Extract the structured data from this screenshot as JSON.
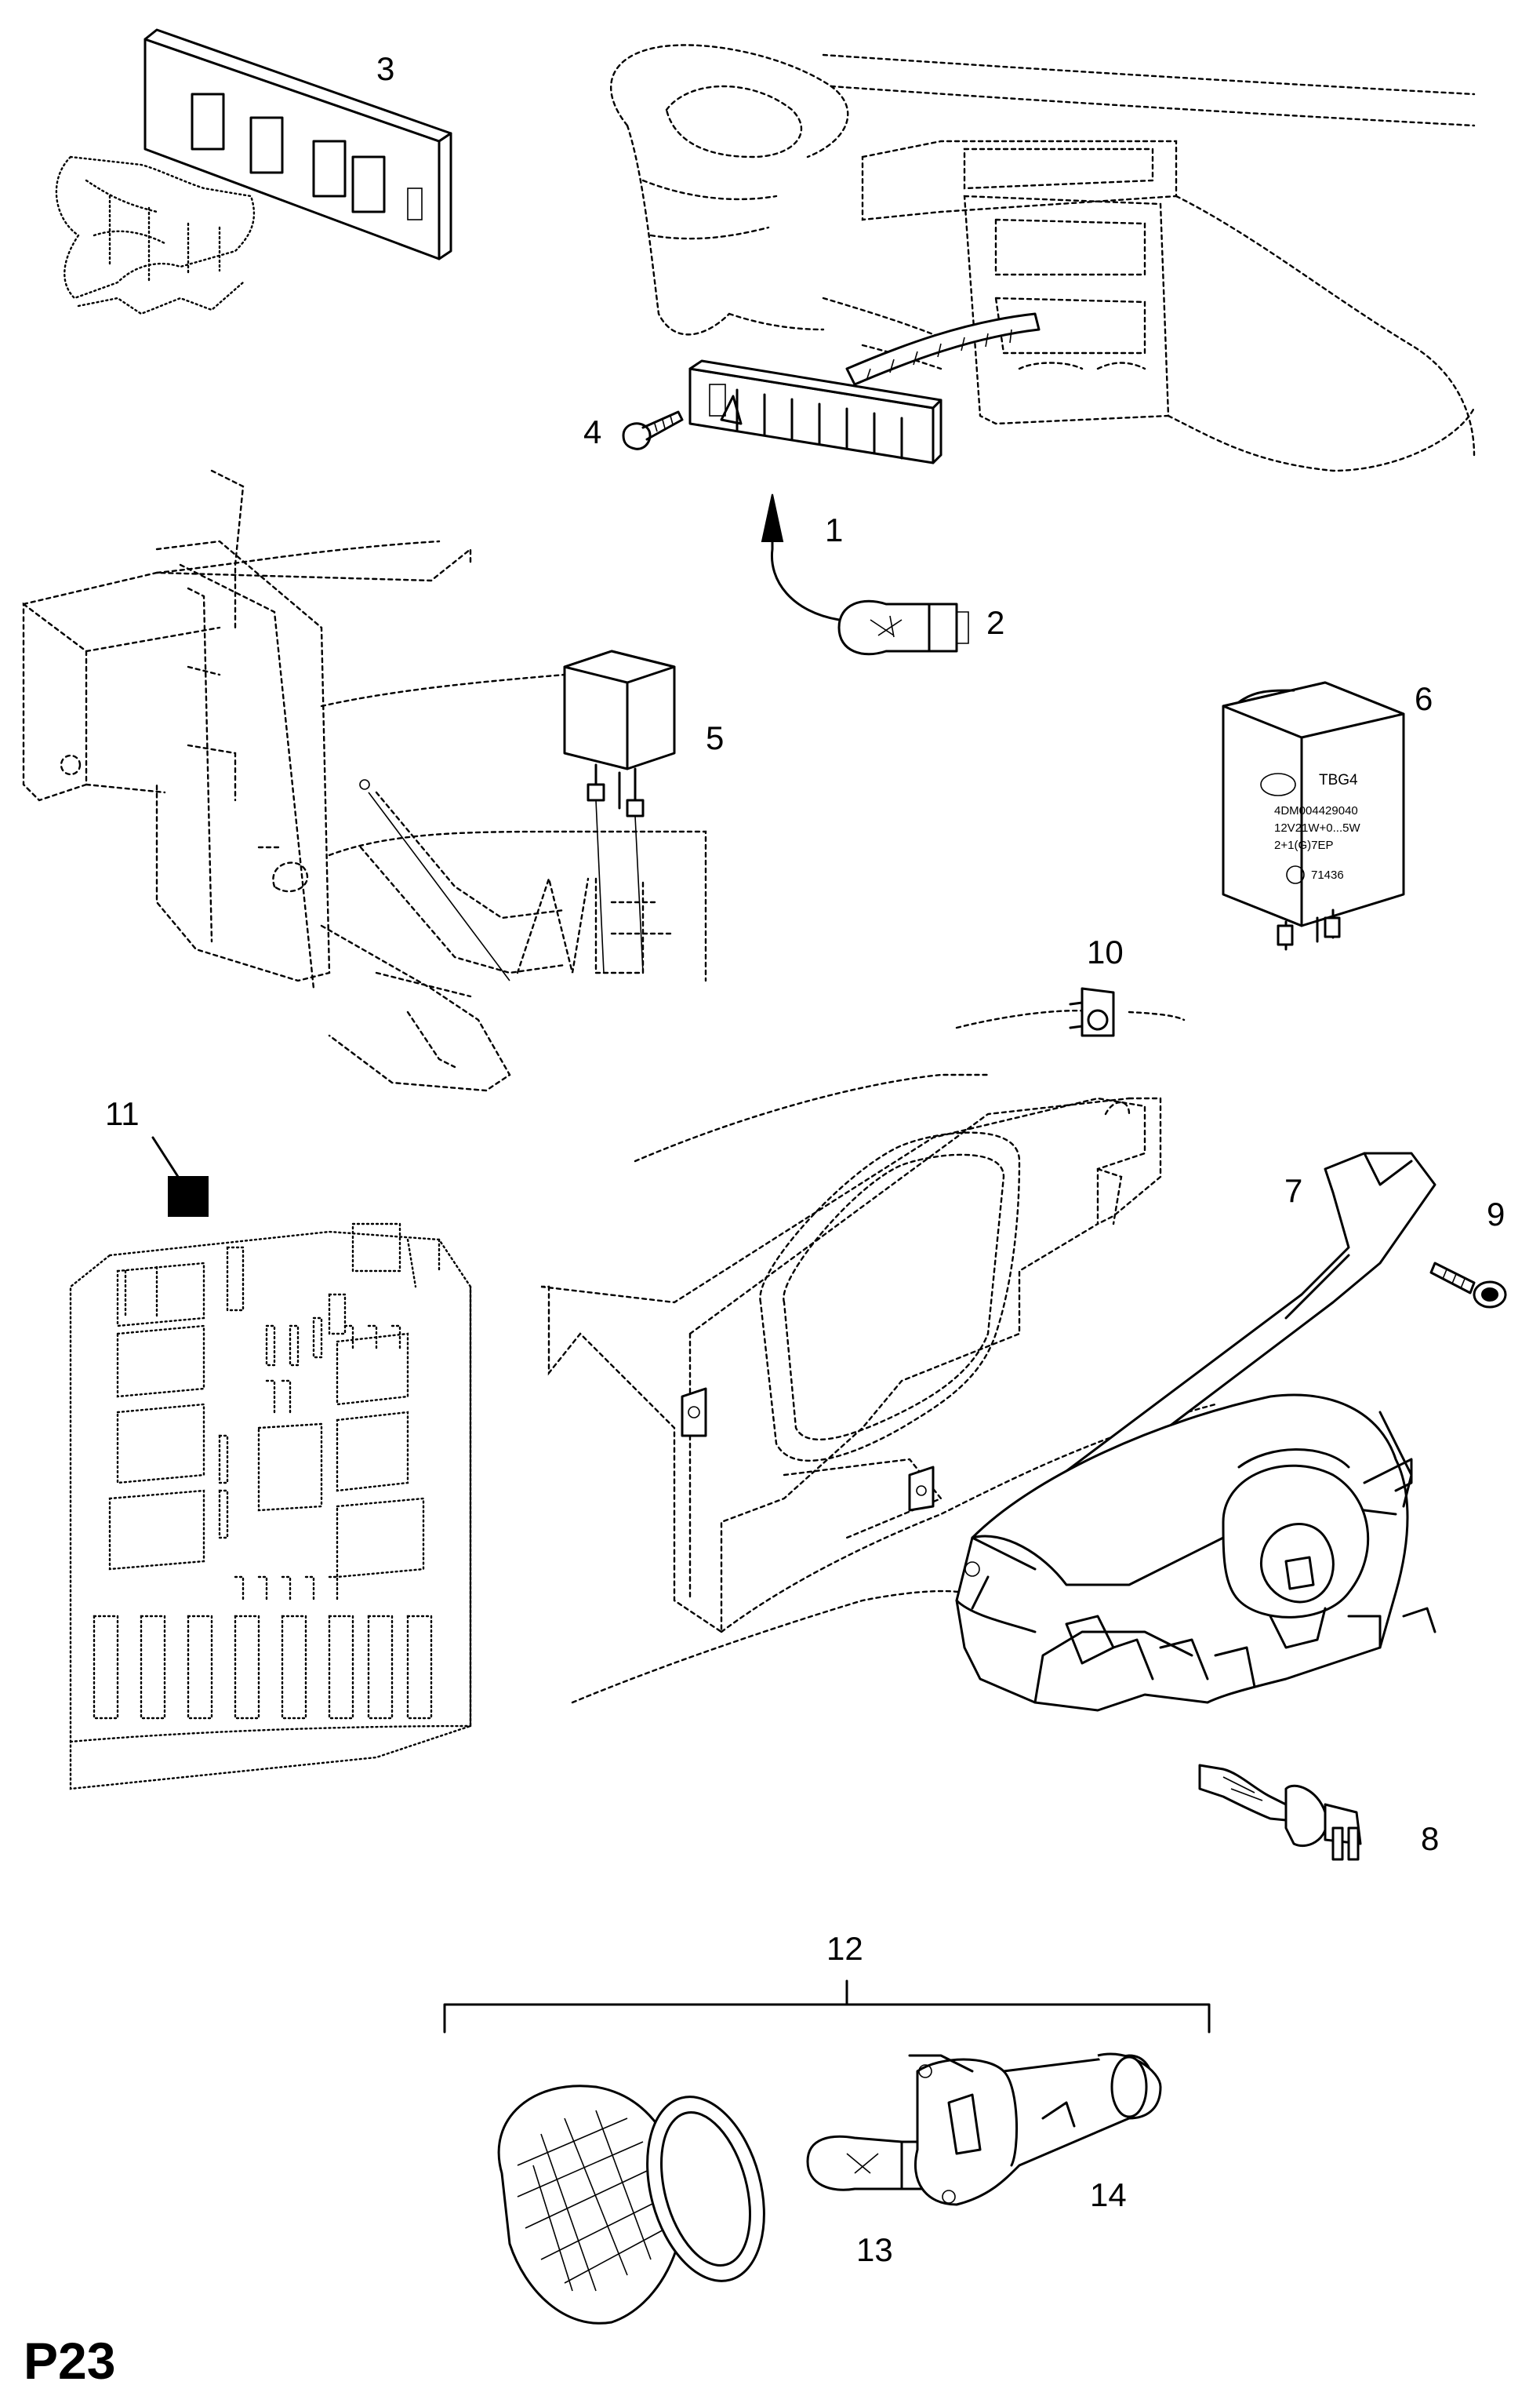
{
  "diagram": {
    "page_code": "P23",
    "callouts": {
      "c1": "1",
      "c2": "2",
      "c3": "3",
      "c4": "4",
      "c5": "5",
      "c6": "6",
      "c7": "7",
      "c8": "8",
      "c9": "9",
      "c10": "10",
      "c11": "11",
      "c12": "12",
      "c13": "13",
      "c14": "14"
    },
    "relay_label": {
      "line1": "TBG4",
      "line2": "4DM004429040",
      "line3": "12V21W+0...5W",
      "line4": "2+1(G)7EP",
      "line5": "71436"
    }
  }
}
